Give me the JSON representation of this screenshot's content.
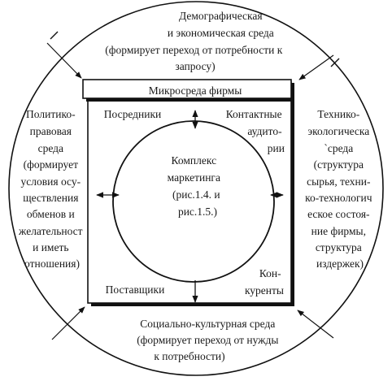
{
  "environment": {
    "demographic": {
      "lines": [
        "Демографическая",
        "и экономическая среда",
        "(формирует переход от потребности к",
        "запросу)"
      ]
    },
    "political": {
      "lines": [
        "Политико-",
        "правовая",
        "среда",
        "(формирует",
        "условия осу-",
        "ществления",
        "обменов и",
        "желательност",
        "и иметь",
        "отношения)"
      ]
    },
    "technical": {
      "lines": [
        "Технико-",
        "экологическа",
        "`среда",
        "(структура",
        "сырья, техни-",
        "ко-технологич",
        "еское состоя-",
        "ние фирмы,",
        "структура",
        "издержек)"
      ]
    },
    "social": {
      "lines": [
        "Социально-культурная среда",
        "(формирует переход от нужды",
        "к потребности)"
      ]
    }
  },
  "micro": {
    "title": "Микросреда фирмы",
    "intermediaries": "Посредники",
    "contact_audiences": [
      "Контактные",
      "аудито-",
      "рии"
    ],
    "suppliers": "Поставщики",
    "competitors": [
      "Кон-",
      "куренты"
    ]
  },
  "core": {
    "lines": [
      "Комплекс",
      "маркетинга",
      "(рис.1.4. и",
      "рис.1.5.)"
    ]
  }
}
